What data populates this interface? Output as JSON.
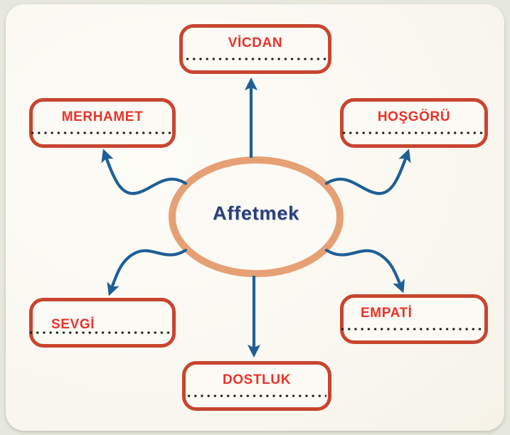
{
  "diagram": {
    "center": {
      "label": "Affetmek",
      "text_color": "#2a3f7c",
      "oval_color": "#e6a075"
    },
    "box_border_color": "#c8452f",
    "box_text_color": "#e8332a",
    "arrow_color": "#1f5f96",
    "background_color": "#faf8f1",
    "nodes": [
      {
        "id": "vicdan",
        "label": "VİCDAN",
        "position": "top"
      },
      {
        "id": "merhamet",
        "label": "MERHAMET",
        "position": "top-left"
      },
      {
        "id": "hosgoru",
        "label": "HOŞGÖRÜ",
        "position": "top-right"
      },
      {
        "id": "sevgi",
        "label": "SEVGİ",
        "position": "bottom-left"
      },
      {
        "id": "empati",
        "label": "EMPATİ",
        "position": "bottom-right"
      },
      {
        "id": "dostluk",
        "label": "DOSTLUK",
        "position": "bottom"
      }
    ]
  }
}
